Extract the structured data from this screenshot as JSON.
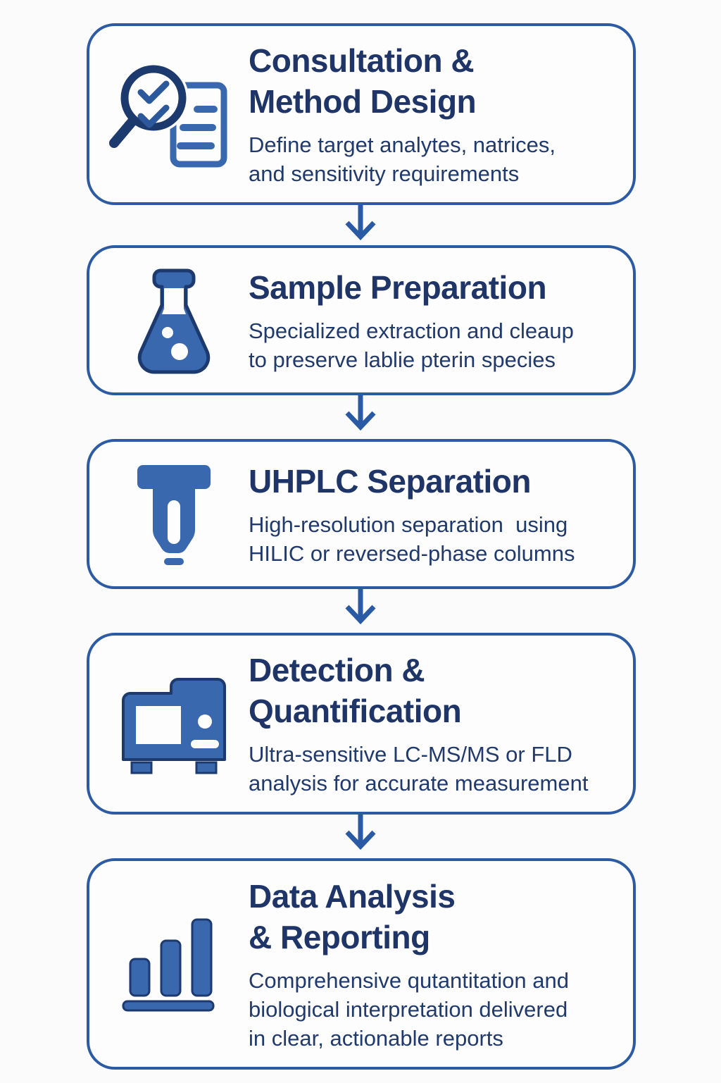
{
  "page": {
    "background_color": "#fbfbfc",
    "box_background_color": "#fdfdfe"
  },
  "colors": {
    "box_border": "#2d5ba3",
    "title_text": "#1f3568",
    "description_text": "#213a6d",
    "icon_fill": "#3a68ae",
    "icon_outline": "#1d3a6e",
    "arrow": "#2b5aa5"
  },
  "steps": [
    {
      "icon": "magnifier-checklist-icon",
      "title_lines": [
        "Consultation &",
        "Method Design"
      ],
      "desc_lines": [
        "Define target analytes, natrices,",
        "and sensitivity requirements"
      ]
    },
    {
      "icon": "flask-icon",
      "title_lines": [
        "Sample Preparation"
      ],
      "desc_lines": [
        "Specialized extraction and cleaup",
        "to preserve lablie pterin species"
      ]
    },
    {
      "icon": "chromatography-column-icon",
      "title_lines": [
        "UHPLC Separation"
      ],
      "desc_lines": [
        "High-resolution separation  using",
        "HILIC or reversed-phase columns"
      ]
    },
    {
      "icon": "mass-spectrometer-icon",
      "title_lines": [
        "Detection &",
        "Quantification"
      ],
      "desc_lines": [
        "Ultra-sensitive LC-MS/MS or FLD",
        "analysis for accurate measurement"
      ]
    },
    {
      "icon": "bar-chart-icon",
      "title_lines": [
        "Data Analysis",
        "& Reporting"
      ],
      "desc_lines": [
        "Comprehensive qutantitation and",
        "biological interpretation delivered",
        "in clear, actionable reports"
      ]
    }
  ]
}
